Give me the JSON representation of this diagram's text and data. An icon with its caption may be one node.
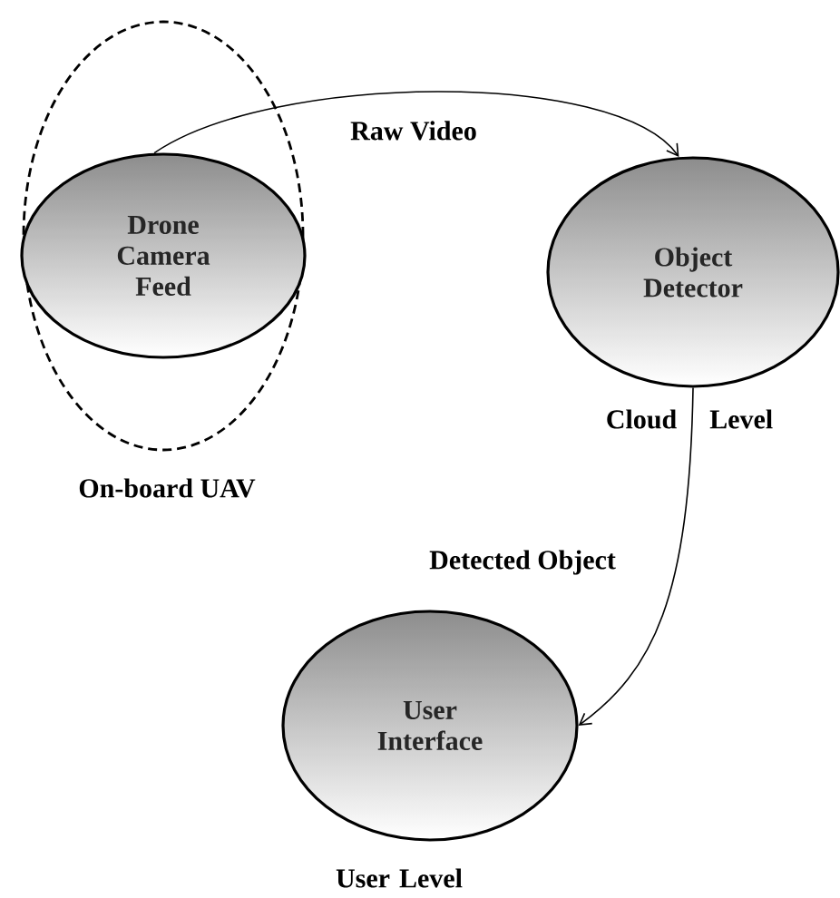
{
  "diagram": {
    "nodes": [
      {
        "text": [
          "On-board UAV"
        ]
      },
      {
        "text": [
          "Drone Camera Feed"
        ],
        "in": 0
      },
      {
        "text": [
          "Object Detector"
        ],
        "beside": [
          "Cloud Level"
        ]
      },
      {
        "text": [
          "User Interface"
        ],
        "beside": [
          "User Level"
        ]
      }
    ],
    "edges": [
      {
        "from": 1,
        "to": 2,
        "arrow": "to",
        "label": "Raw Video"
      },
      {
        "from": 2,
        "to": 3,
        "arrow": "to",
        "label": "Detected Object"
      }
    ]
  }
}
